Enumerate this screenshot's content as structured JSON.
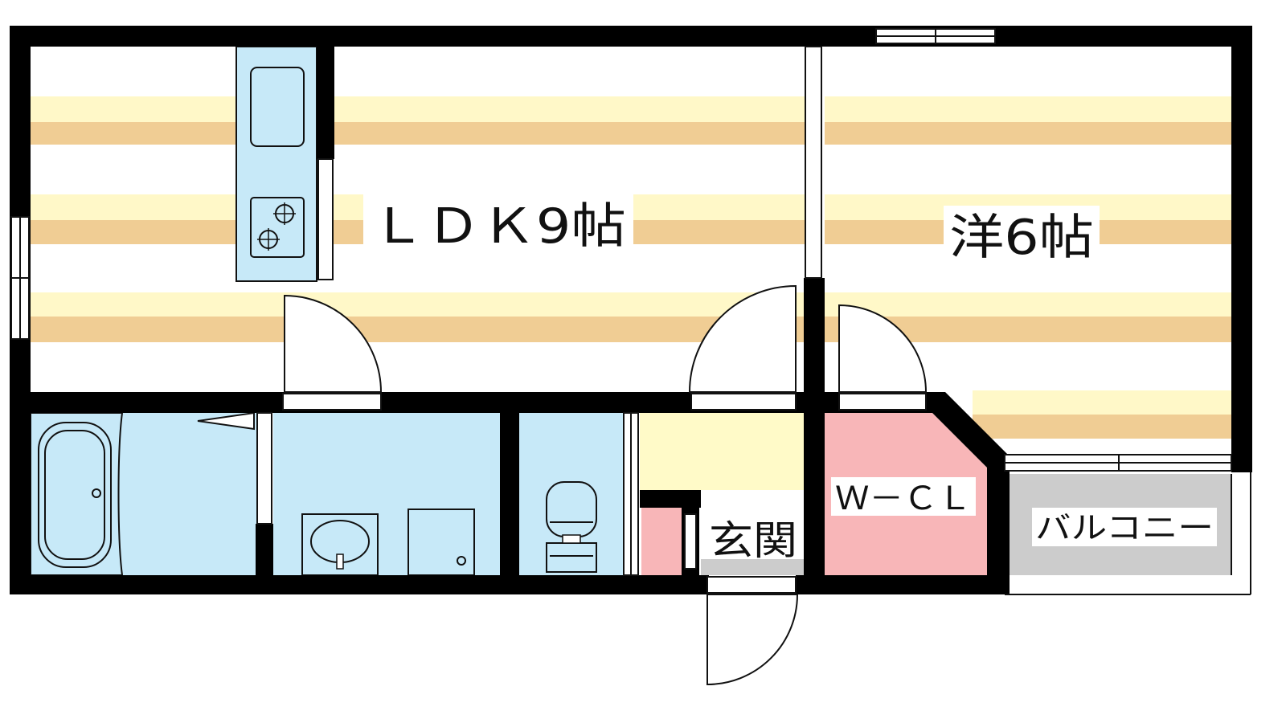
{
  "labels": {
    "ldk": "ＬＤＫ9帖",
    "western": "洋6帖",
    "wcl": "Ｗ－ＣＬ",
    "entrance": "玄関",
    "balcony": "バルコニー"
  },
  "colors": {
    "wall": "#000000",
    "floor_stripe_light": "#fff8c8",
    "floor_stripe_dark": "#f0cd94",
    "wet_area": "#c7e9f8",
    "closet": "#f8b6b8",
    "hall": "#fffac8",
    "balcony": "#cccccc"
  },
  "icons": [
    "kitchen-sink-icon",
    "gas-stove-icon",
    "bathtub-icon",
    "washbasin-icon",
    "washing-machine-icon",
    "toilet-icon"
  ]
}
